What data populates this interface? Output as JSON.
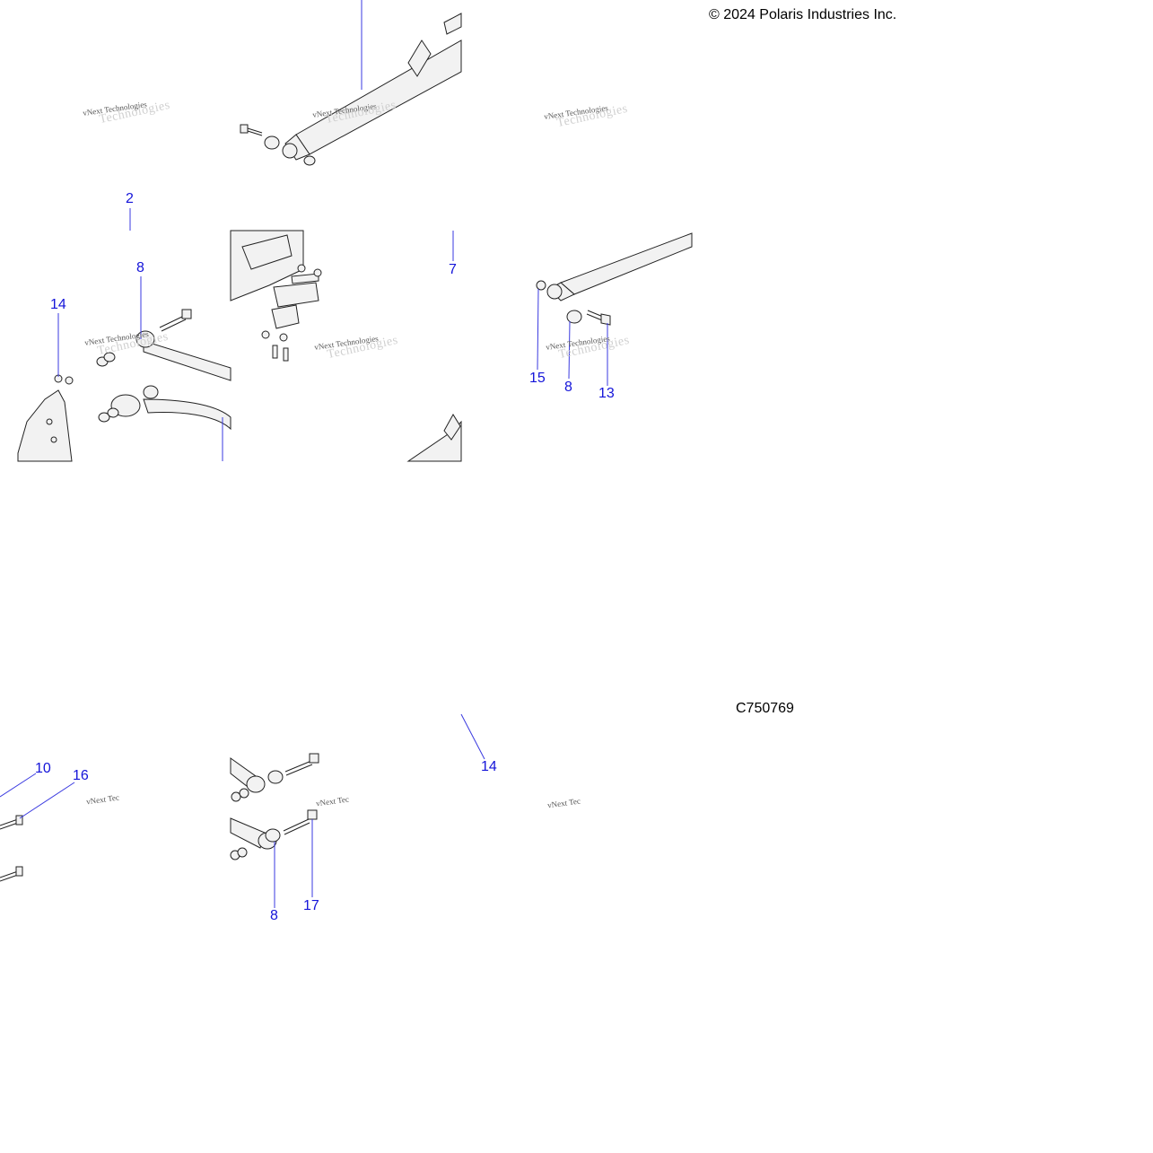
{
  "copyright": "© 2024 Polaris Industries Inc.",
  "figure_id": "C750769",
  "watermark": {
    "line1": "vNext Technologies",
    "line2": "Technologies",
    "clipped": "vNext Tec"
  },
  "callouts": {
    "c2": "2",
    "c8a": "8",
    "c14a": "14",
    "c7": "7",
    "c15": "15",
    "c8b": "8",
    "c13": "13",
    "c10": "10",
    "c16": "16",
    "c14b": "14",
    "c8c": "8",
    "c17": "17"
  },
  "colors": {
    "callout": "#1414d9",
    "leader": "#3a3ae0",
    "part_stroke": "#222222",
    "part_fill": "#f2f2f2"
  }
}
